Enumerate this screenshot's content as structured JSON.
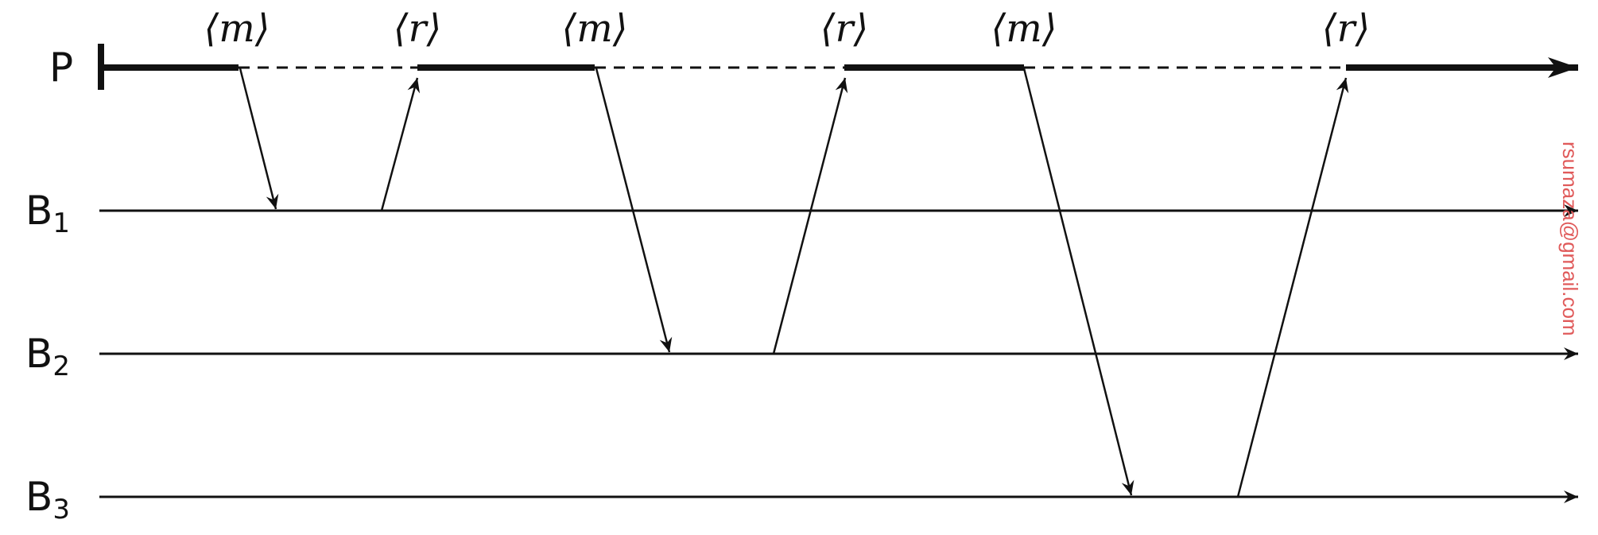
{
  "processes": [
    {
      "id": "P",
      "base": "P",
      "sub": ""
    },
    {
      "id": "B1",
      "base": "B",
      "sub": "1"
    },
    {
      "id": "B2",
      "base": "B",
      "sub": "2"
    },
    {
      "id": "B3",
      "base": "B",
      "sub": "3"
    }
  ],
  "message_labels": [
    {
      "text": "⟨m⟩"
    },
    {
      "text": "⟨r⟩"
    },
    {
      "text": "⟨m⟩"
    },
    {
      "text": "⟨r⟩"
    },
    {
      "text": "⟨m⟩"
    },
    {
      "text": "⟨r⟩"
    }
  ],
  "watermark": "rsumaza@gmail.com",
  "colors": {
    "ink": "#111111",
    "watermark": "#e05a5a"
  }
}
